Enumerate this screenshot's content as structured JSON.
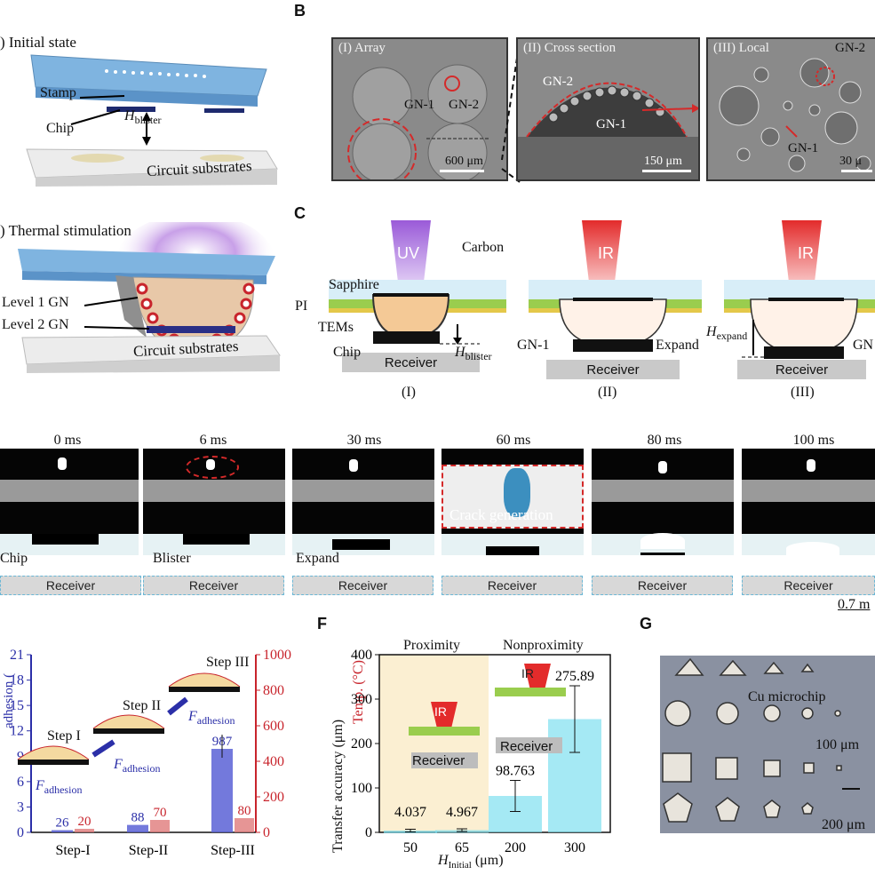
{
  "panel_a": {
    "initial_state": ") Initial state",
    "stamp": "Stamp",
    "chip": "Chip",
    "h_blister": "H",
    "h_blister_sub": "blister",
    "circuit_substrates": "Circuit substrates",
    "thermal_stimulation": ") Thermal stimulation",
    "level1": "Level 1 GN",
    "level2": "Level 2 GN",
    "circuit_substrates_2": "Circuit substrates"
  },
  "panel_b": {
    "letter": "B",
    "img1_caption": "(I) Array",
    "img1_gn1": "GN-1",
    "img1_gn2": "GN-2",
    "img1_scale": "600 μm",
    "img2_caption": "(II) Cross section",
    "img2_gn2": "GN-2",
    "img2_gn1": "GN-1",
    "img2_scale": "150 μm",
    "img3_caption": "(III) Local",
    "img3_gn2": "GN-2",
    "img3_gn1": "GN-1",
    "img3_scale": "30 μ"
  },
  "panel_c": {
    "letter": "C",
    "uv": "UV",
    "carbon": "Carbon",
    "sapphire": "Sapphire",
    "pi": "PI",
    "tems": "TEMs",
    "chip": "Chip",
    "h_blister": "H",
    "h_blister_sub": "blister",
    "receiver1": "Receiver",
    "sub1": "(I)",
    "ir1": "IR",
    "gn1": "GN-1",
    "expand": "Expand",
    "receiver2": "Receiver",
    "sub2": "(II)",
    "ir2": "IR",
    "h_expand": "H",
    "h_expand_sub": "expand",
    "gn_cut": "GN",
    "receiver3": "Receiver",
    "sub3": "(III)"
  },
  "panel_d": {
    "times": [
      "0 ms",
      "6 ms",
      "30 ms",
      "60 ms",
      "80 ms",
      "100 ms"
    ],
    "chip": "Chip",
    "blister": "Blister",
    "expand": "Expand",
    "crack": "Crack generation",
    "receiver": [
      "Receiver",
      "Receiver",
      "Receiver",
      "Receiver",
      "Receiver",
      "Receiver"
    ],
    "scale": "0.7 m"
  },
  "panel_e": {
    "y_left_ticks": [
      "21",
      "18",
      "15",
      "12",
      "9",
      "6",
      "3",
      "0"
    ],
    "y_left_label": "adhesion (",
    "y_right_label": "Temp. (°C)",
    "y_right_ticks": [
      "1000",
      "800",
      "600",
      "400",
      "200",
      "0"
    ],
    "step1": "Step I",
    "step2": "Step II",
    "step3": "Step III",
    "f_adhesion": "F",
    "f_sub": "adhesion",
    "colors": {
      "blue": "#2b2fa8",
      "red": "#c8242c"
    }
  },
  "panel_f": {
    "letter": "F",
    "proximity": "Proximity",
    "nonproximity": "Nonproximity",
    "ylabel": "Transfer accuracy  (μm)",
    "xlabel_main": "H",
    "xlabel_sub": "Initial",
    "xlabel_unit": "(μm)",
    "ir1": "IR",
    "ir2": "IR",
    "receiver1": "Receiver",
    "receiver2": "Receiver",
    "bar_labels": [
      "4.037",
      "4.967",
      "98.763",
      "275.89"
    ]
  },
  "panel_g": {
    "letter": "G",
    "cu": "Cu microchip",
    "s100": "100 μm",
    "s200": "200 μm"
  },
  "chart_data": [
    {
      "type": "bar",
      "panel": "E",
      "categories": [
        "Step-I",
        "Step-II",
        "Step-III"
      ],
      "series": [
        {
          "values": [
            26,
            88,
            987
          ],
          "axis": "left",
          "color": "#2b2fa8"
        },
        {
          "values": [
            20,
            70,
            80
          ],
          "axis": "right",
          "color": "#c8242c"
        }
      ],
      "ylabel_right": "Temp. (°C)",
      "ylim_left": [
        0,
        21
      ],
      "ylim_right": [
        0,
        1000
      ],
      "bar_heights_left": [
        0.26,
        0.88,
        9.87
      ]
    },
    {
      "type": "bar",
      "panel": "F",
      "categories": [
        "50",
        "65",
        "200",
        "300"
      ],
      "values": [
        4.037,
        4.967,
        98.763,
        275.89
      ],
      "bar_heights": [
        4.037,
        4.967,
        82,
        255
      ],
      "error": [
        3,
        3,
        35,
        75
      ],
      "ylabel": "Transfer accuracy  (μm)",
      "ylim": [
        0,
        400
      ]
    }
  ]
}
